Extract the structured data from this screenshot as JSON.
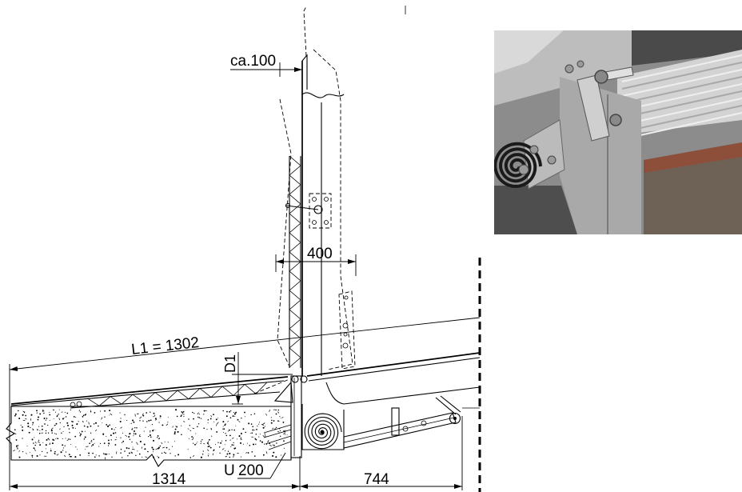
{
  "labels": {
    "ca100": "ca.100",
    "width400": "400",
    "l1": "L1 = 1302",
    "d1": "D1",
    "len1314": "1314",
    "len744": "744",
    "profile_u": "U",
    "profile_size": "200"
  },
  "colors": {
    "ink": "#000000",
    "paper": "#ffffff",
    "photo_steel": "#bdbdbd",
    "photo_coil": "#1a1a1a",
    "photo_rust": "#8e4f3a"
  },
  "photo": {
    "subject": "photo-inset-hinge-and-spring"
  }
}
